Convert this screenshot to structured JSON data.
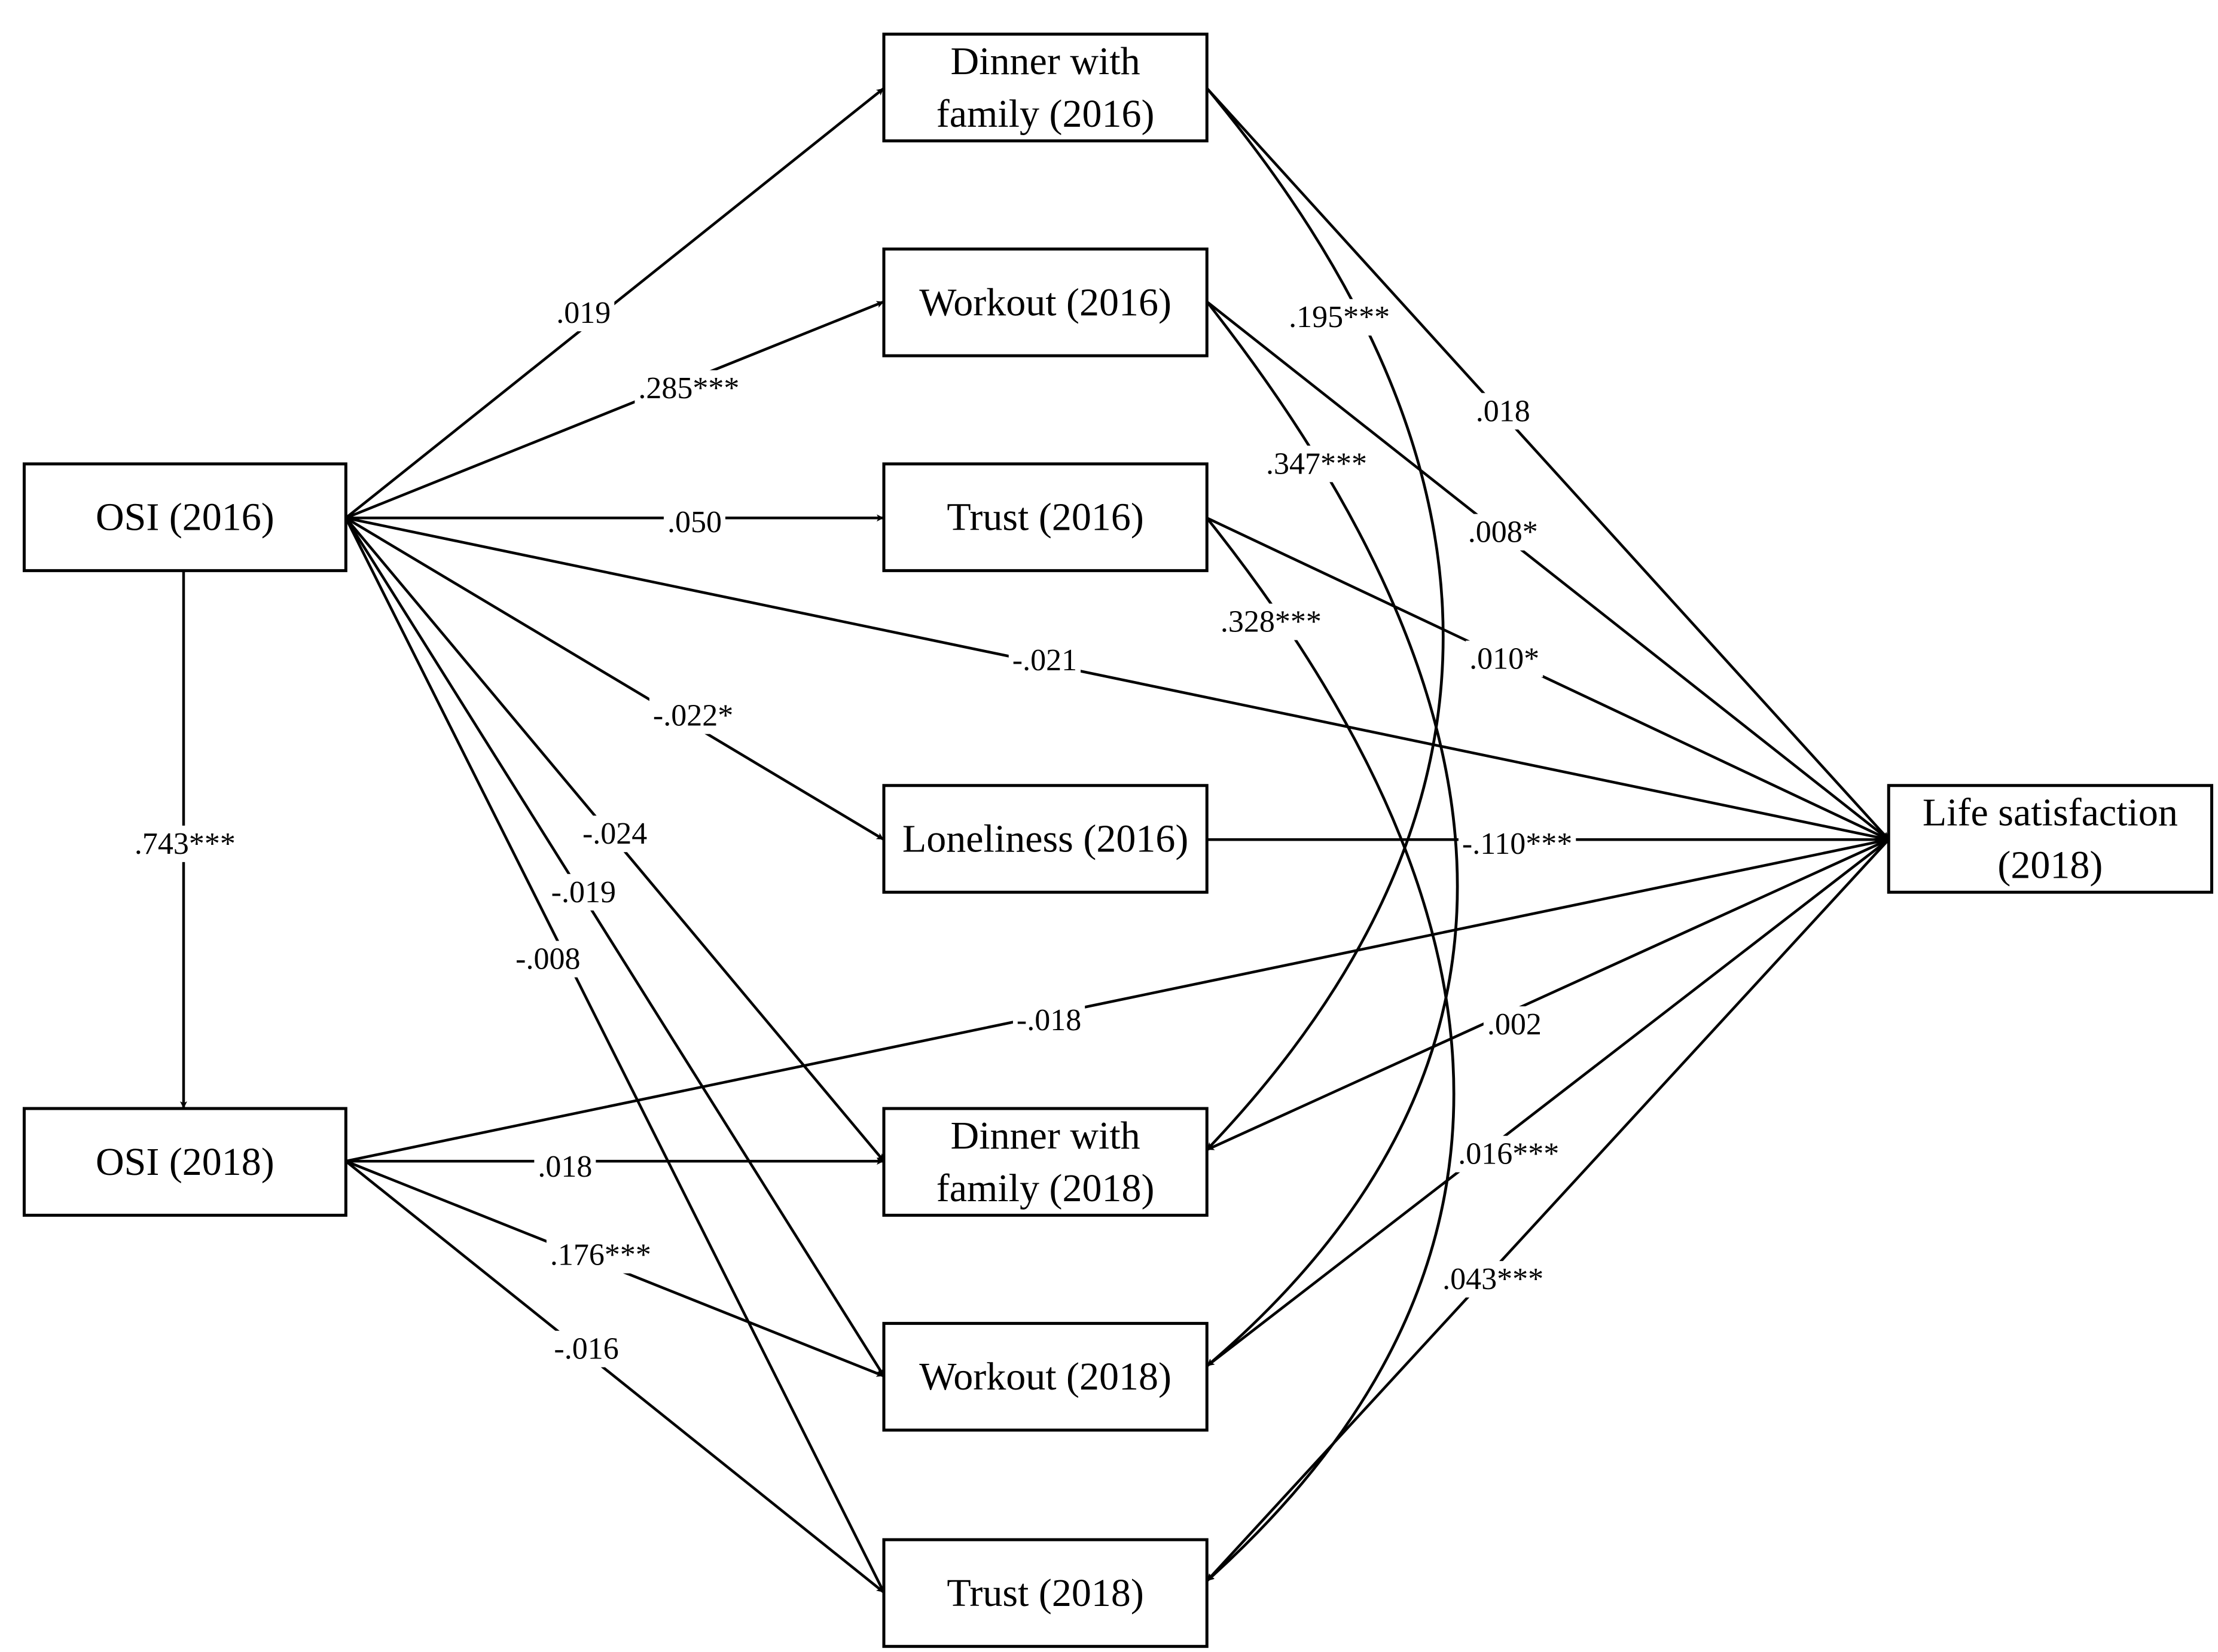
{
  "nodes": {
    "osi2016": {
      "lines": [
        "OSI (2016)"
      ]
    },
    "osi2018": {
      "lines": [
        "OSI (2018)"
      ]
    },
    "dinner2016": {
      "lines": [
        "Dinner with",
        "family (2016)"
      ]
    },
    "workout2016": {
      "lines": [
        "Workout (2016)"
      ]
    },
    "trust2016": {
      "lines": [
        "Trust (2016)"
      ]
    },
    "loneliness2016": {
      "lines": [
        "Loneliness (2016)"
      ]
    },
    "dinner2018": {
      "lines": [
        "Dinner with",
        "family (2018)"
      ]
    },
    "workout2018": {
      "lines": [
        "Workout (2018)"
      ]
    },
    "trust2018": {
      "lines": [
        "Trust (2018)"
      ]
    },
    "lifesat2018": {
      "lines": [
        "Life satisfaction",
        "(2018)"
      ]
    }
  },
  "paths": [
    {
      "id": "osi16-dinner16",
      "from": "osi2016",
      "to": "dinner2016",
      "label": ".019"
    },
    {
      "id": "osi16-workout16",
      "from": "osi2016",
      "to": "workout2016",
      "label": ".285***"
    },
    {
      "id": "osi16-trust16",
      "from": "osi2016",
      "to": "trust2016",
      "label": ".050"
    },
    {
      "id": "osi16-lonely16",
      "from": "osi2016",
      "to": "loneliness2016",
      "label": "-.022*"
    },
    {
      "id": "osi16-lifesat",
      "from": "osi2016",
      "to": "lifesat2018",
      "label": "-.021"
    },
    {
      "id": "osi16-osi18",
      "from": "osi2016",
      "to": "osi2018",
      "label": ".743***"
    },
    {
      "id": "osi16-dinner18",
      "from": "osi2016",
      "to": "dinner2018",
      "label": "-.024"
    },
    {
      "id": "osi16-workout18",
      "from": "osi2016",
      "to": "workout2018",
      "label": "-.019"
    },
    {
      "id": "osi16-trust18",
      "from": "osi2016",
      "to": "trust2018",
      "label": "-.008"
    },
    {
      "id": "osi18-lifesat",
      "from": "osi2018",
      "to": "lifesat2018",
      "label": "-.018"
    },
    {
      "id": "osi18-dinner18",
      "from": "osi2018",
      "to": "dinner2018",
      "label": ".018"
    },
    {
      "id": "osi18-workout18",
      "from": "osi2018",
      "to": "workout2018",
      "label": ".176***"
    },
    {
      "id": "osi18-trust18",
      "from": "osi2018",
      "to": "trust2018",
      "label": "-.016"
    },
    {
      "id": "dinner16-lifesat",
      "from": "dinner2016",
      "to": "lifesat2018",
      "label": ".018"
    },
    {
      "id": "workout16-lifesat",
      "from": "workout2016",
      "to": "lifesat2018",
      "label": ".008*"
    },
    {
      "id": "trust16-lifesat",
      "from": "trust2016",
      "to": "lifesat2018",
      "label": ".010*"
    },
    {
      "id": "lonely16-lifesat",
      "from": "loneliness2016",
      "to": "lifesat2018",
      "label": "-.110***"
    },
    {
      "id": "dinner16-dinner18",
      "from": "dinner2016",
      "to": "dinner2018",
      "label": ".195***"
    },
    {
      "id": "workout16-workout18",
      "from": "workout2016",
      "to": "workout2018",
      "label": ".347***"
    },
    {
      "id": "trust16-trust18",
      "from": "trust2016",
      "to": "trust2018",
      "label": ".328***"
    },
    {
      "id": "lifesat-dinner18",
      "from": "lifesat2018",
      "to": "dinner2018",
      "label": ".002"
    },
    {
      "id": "lifesat-workout18",
      "from": "lifesat2018",
      "to": "workout2018",
      "label": ".016***"
    },
    {
      "id": "lifesat-trust18",
      "from": "lifesat2018",
      "to": "trust2018",
      "label": ".043***"
    }
  ]
}
